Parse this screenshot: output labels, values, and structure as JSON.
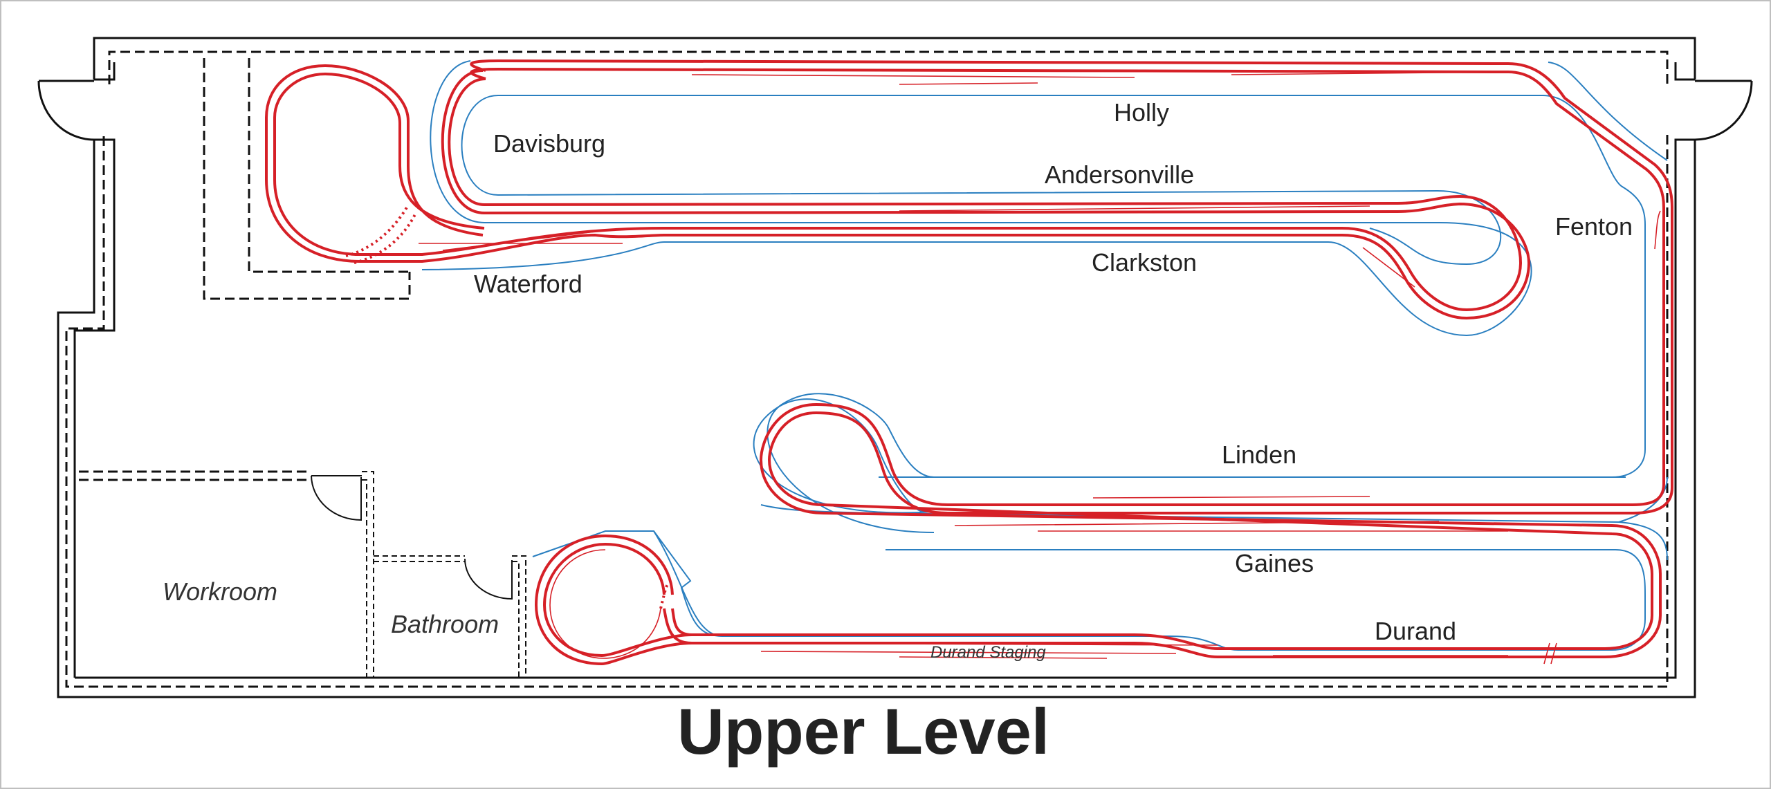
{
  "title": "Upper Level",
  "towns": {
    "holly": "Holly",
    "davisburg": "Davisburg",
    "andersonville": "Andersonville",
    "fenton": "Fenton",
    "clarkston": "Clarkston",
    "waterford": "Waterford",
    "linden": "Linden",
    "gaines": "Gaines",
    "durand": "Durand",
    "durand_staging": "Durand Staging"
  },
  "rooms": {
    "workroom": "Workroom",
    "bathroom": "Bathroom"
  },
  "colors": {
    "mainline": "#d62027",
    "benchwork": "#2a7fc0",
    "walls": "#111111"
  }
}
